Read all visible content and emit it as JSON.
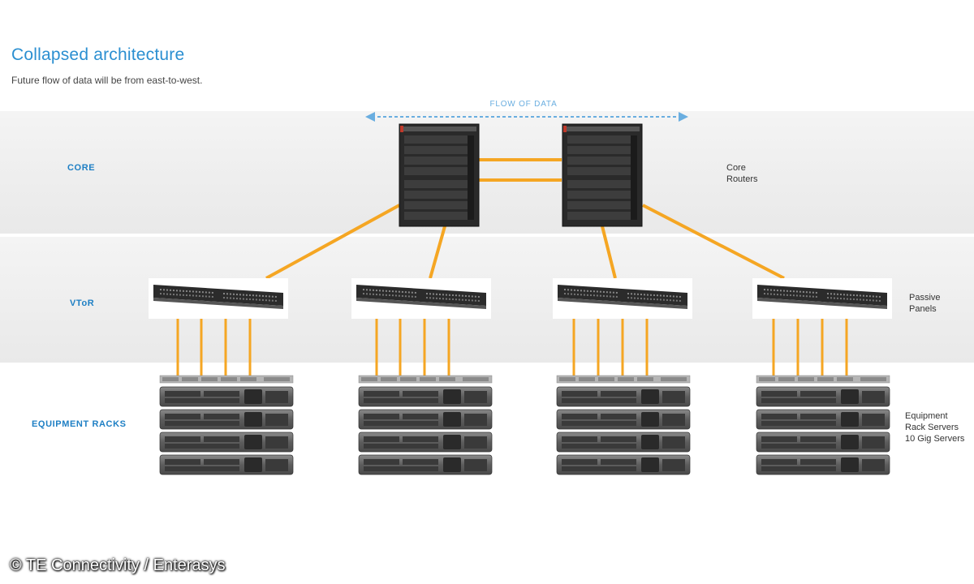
{
  "header": {
    "title": "Collapsed architecture",
    "subtitle": "Future flow of data will be from east-to-west."
  },
  "flow": {
    "label": "FLOW OF DATA"
  },
  "layers": {
    "core": {
      "label": "CORE",
      "description_lines": [
        "Core",
        "Routers"
      ]
    },
    "vtor": {
      "label": "VToR",
      "description_lines": [
        "Passive",
        "Panels"
      ]
    },
    "racks": {
      "label": "EQUIPMENT RACKS",
      "description_lines": [
        "Equipment",
        "Rack Servers",
        "10 Gig Servers"
      ]
    }
  },
  "credit": "© TE Connectivity / Enterasys",
  "colors": {
    "title": "#2b8fd1",
    "layer_label": "#1e7fc4",
    "link": "#f5a623",
    "flow_arrow": "#6aaee0",
    "band": "#efefef"
  },
  "icons": [
    "core-router-icon",
    "patch-panel-icon",
    "server-rack-icon",
    "double-arrow-icon"
  ]
}
